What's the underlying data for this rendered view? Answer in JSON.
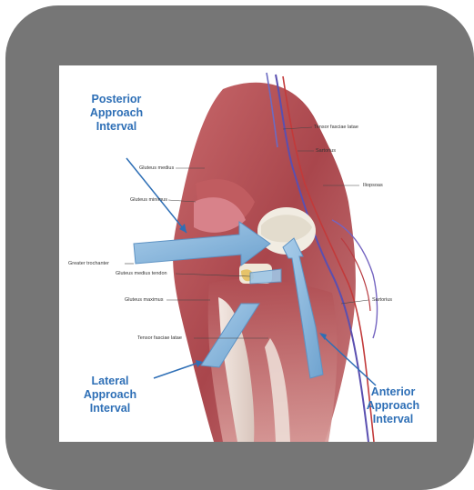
{
  "callouts": {
    "posterior": "Posterior\nApproach\nInterval",
    "lateral": "Lateral\nApproach\nInterval",
    "anterior": "Anterior\nApproach\nInterval"
  },
  "labels": {
    "tensor_fasciae_latae_top": "Tensor fasciae latae",
    "sartorius_top": "Sartorius",
    "gluteus_medius": "Gluteus medius",
    "iliopsoas": "Iliopsoas",
    "gluteus_minimus": "Gluteus minimus",
    "greater_trochanter": "Greater trochanter",
    "gluteus_medius_tendon": "Gluteus medius tendon",
    "gluteus_maximus": "Gluteus maximus",
    "sartorius_mid": "Sartorius",
    "tensor_fasciae_latae_bottom": "Tensor fasciae latae"
  },
  "colors": {
    "frame": "#767676",
    "callout_text": "#2e6fb6",
    "arrow_fill": "#8ab8dc",
    "muscle": "#b5565a"
  }
}
